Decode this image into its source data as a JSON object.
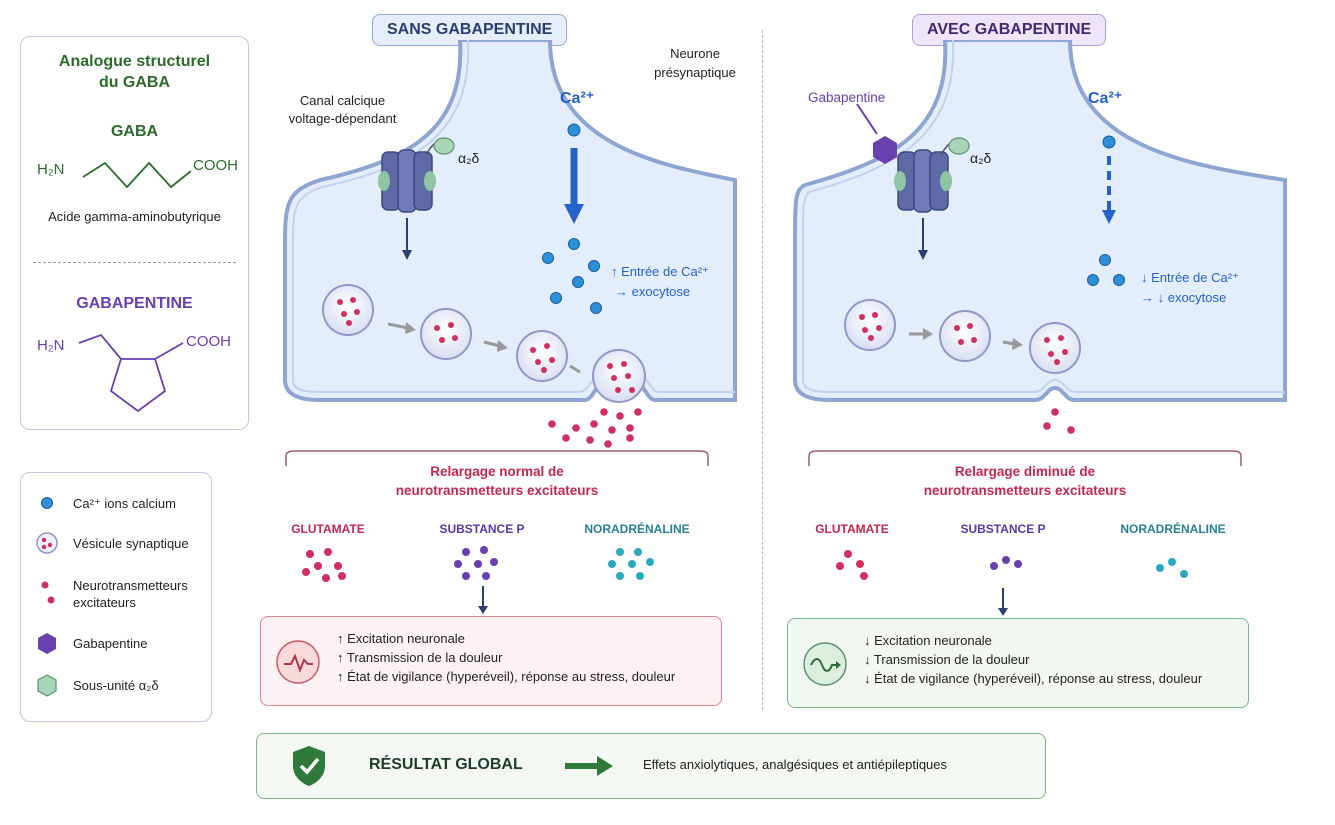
{
  "left_panel": {
    "title_line1": "Analogue structurel",
    "title_line2": "du GABA",
    "gaba_label": "GABA",
    "gaba_amine": "H₂N",
    "gaba_acid": "COOH",
    "gaba_fullname": "Acide gamma-aminobutyrique",
    "gabapentin_label": "GABAPENTINE",
    "gabapentin_amine": "H₂N",
    "gabapentin_acid": "COOH"
  },
  "legend": [
    {
      "label_line1": "Ca²⁺ ions calcium",
      "label_line2": "",
      "icon": "calcium-ion-icon",
      "color": "#2e8fd9"
    },
    {
      "label_line1": "Vésicule synaptique",
      "label_line2": "",
      "icon": "vesicle-icon",
      "color": "#9aa6d6"
    },
    {
      "label_line1": "Neurotransmetteurs",
      "label_line2": "excitateurs",
      "icon": "neurotransmitter-icon",
      "color": "#d0305f"
    },
    {
      "label_line1": "Gabapentine",
      "label_line2": "",
      "icon": "gabapentin-hexagon-icon",
      "color": "#6a3fae"
    },
    {
      "label_line1": "Sous-unité α₂δ",
      "label_line2": "",
      "icon": "alpha2delta-hexagon-icon",
      "color": "#8fc4a4"
    }
  ],
  "without": {
    "title": "SANS  GABAPENTINE",
    "channel_label_line1": "Canal calcique",
    "channel_label_line2": "voltage-dépendant",
    "alpha2delta": "α₂δ",
    "neuron_label_line1": "Neurone",
    "neuron_label_line2": "présynaptique",
    "ca_label": "Ca²⁺",
    "entry_line1": "↑ Entrée de Ca²⁺",
    "entry_line2": "→ exocytose",
    "release_line1": "Relargage normal de",
    "release_line2": "neurotransmetteurs excitateurs",
    "nt_types": [
      "GLUTAMATE",
      "SUBSTANCE P",
      "NORADRÉNALINE"
    ],
    "effects": [
      "↑  Excitation neuronale",
      "↑  Transmission de la douleur",
      "↑  État de vigilance (hyperéveil), réponse au stress, douleur"
    ]
  },
  "with": {
    "title": "AVEC GABAPENTINE",
    "gabapentin_label": "Gabapentine",
    "alpha2delta": "α₂δ",
    "ca_label": "Ca²⁺",
    "entry_line1": "↓ Entrée de  Ca²⁺",
    "entry_line2": "→ ↓ exocytose",
    "release_line1": "Relargage diminué de",
    "release_line2": "neurotransmetteurs excitateurs",
    "nt_types": [
      "GLUTAMATE",
      "SUBSTANCE P",
      "NORADRÉNALINE"
    ],
    "effects": [
      "↓  Excitation neuronale",
      "↓  Transmission de la douleur",
      "↓  État de vigilance (hyperéveil), réponse au stress, douleur"
    ]
  },
  "result": {
    "label": "RÉSULTAT GLOBAL",
    "text": "Effets anxiolytiques, analgésiques et antiépileptiques"
  },
  "colors": {
    "calcium": "#2e8fd9",
    "neurotransmitter": "#d0305f",
    "substance_p": "#6a3fae",
    "noradrenaline": "#2aa9c0",
    "glutamate_text": "#c0284f",
    "substance_p_text": "#5b36a6",
    "noradrenaline_text": "#2a7f96",
    "gaba_green": "#2d6b2d",
    "gabapentin_purple": "#6a3fae",
    "red_box_border": "#d9868f",
    "green_box_border": "#7fb586"
  }
}
